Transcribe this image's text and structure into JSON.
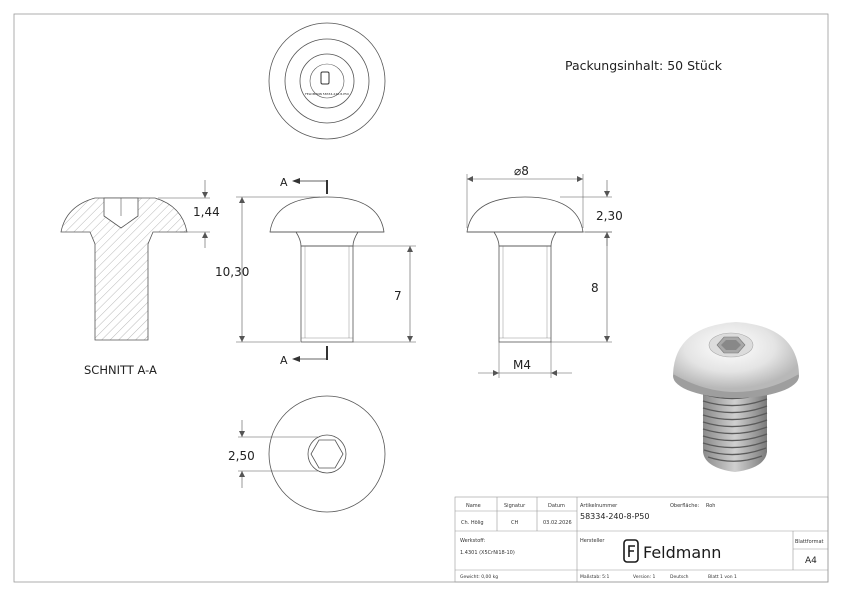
{
  "header": {
    "packaging_content": "Packungsinhalt: 50 Stück"
  },
  "views": {
    "section_label": "SCHNITT A-A",
    "section_marker_top": "A",
    "section_marker_bottom": "A"
  },
  "dimensions": {
    "head_height_section": "1,44",
    "total_length": "10,30",
    "thread_length_side": "7",
    "head_diameter": "⌀8",
    "head_height": "2,30",
    "thread_length": "8",
    "thread_size": "M4",
    "hex_size": "2,50"
  },
  "title_block": {
    "col_name": "Name",
    "col_signatur": "Signatur",
    "col_datum": "Datum",
    "author_name": "Ch. Hölig",
    "author_signature": "CH",
    "author_date": "03.02.2026",
    "article_label": "Artikelnummer",
    "article_number": "58334-240-8-P50",
    "surface_label": "Oberfläche:",
    "surface_value": "Roh",
    "material_label": "Werkstoff:",
    "material_value": "1.4301 (X5CrNi18-10)",
    "manufacturer_label": "Hersteller",
    "company_name": "Feldmann",
    "sheet_format_label": "Blattformat",
    "sheet_format_value": "A4",
    "weight": "Gewicht: 0,00 kg",
    "scale": "Maßstab: 5:1",
    "version": "Version: 1",
    "language": "Deutsch",
    "sheet_number": "Blatt 1 von 1"
  },
  "colors": {
    "line": "#555555",
    "hatch": "#9a9a9a",
    "brand": "#1a1a1a"
  }
}
